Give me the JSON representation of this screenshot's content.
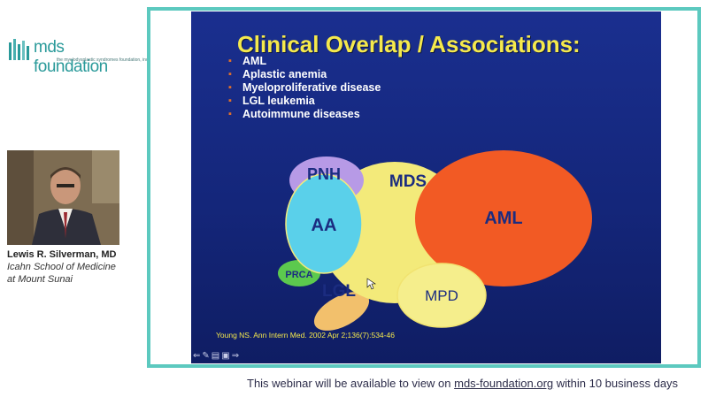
{
  "logo": {
    "text": "mds foundation",
    "subtitle": "the myelodysplastic syndromes foundation, inc."
  },
  "speaker": {
    "name": "Lewis R. Silverman, MD",
    "institution_line1": "Icahn School of Medicine",
    "institution_line2": "at Mount Sunai"
  },
  "slide": {
    "title": "Clinical Overlap / Associations:",
    "bullets": [
      "AML",
      "Aplastic anemia",
      "Myeloproliferative disease",
      "LGL leukemia",
      "Autoimmune diseases"
    ],
    "diagram": {
      "pnh": "PNH",
      "mds": "MDS",
      "aa": "AA",
      "aml": "AML",
      "prca": "PRCA",
      "lgl": "LGL",
      "mpd": "MPD"
    },
    "citation": "Young NS. Ann Intern Med. 2002 Apr 2;136(7):534-46",
    "colors": {
      "background": "#1a2f8f",
      "title": "#f5e94c",
      "bullet_marker": "#e0702a",
      "aml": "#f25a24",
      "mds": "#f3ea7a",
      "aa": "#5ad0ea",
      "pnh": "#b79ae6",
      "prca": "#5cc94e",
      "lgl": "#f0c070",
      "mpd": "#f5ee8c"
    }
  },
  "footer": {
    "prefix": "This webinar will be available to view on ",
    "link": "mds-foundation.org",
    "suffix": " within 10 business days"
  }
}
